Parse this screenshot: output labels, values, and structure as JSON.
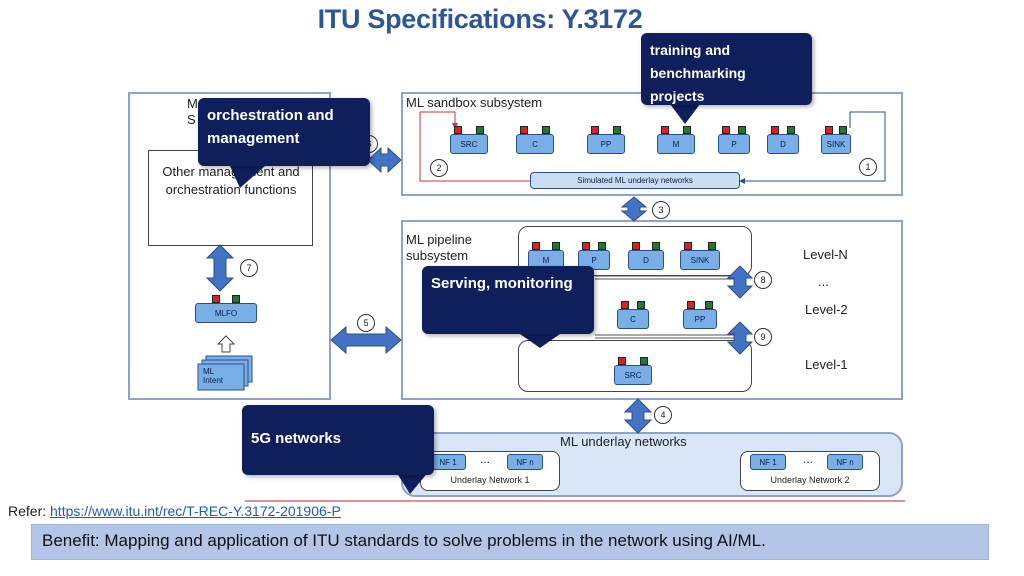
{
  "title": "ITU Specifications: Y.3172",
  "left_panel": {
    "partial_label": "M",
    "partial_label2": "S",
    "other_functions": "Other management and orchestration functions",
    "mlfo": "MLFO",
    "intent": "ML Intent"
  },
  "sandbox": {
    "title": "ML sandbox subsystem",
    "nodes": [
      "SRC",
      "C",
      "PP",
      "M",
      "P",
      "D",
      "SINK"
    ],
    "bar_label": "Simulated ML underlay networks"
  },
  "pipeline": {
    "title": "ML pipeline subsystem",
    "level_n_nodes": [
      "M",
      "P",
      "D",
      "SINK"
    ],
    "level_2_nodes": [
      "C",
      "PP"
    ],
    "level_1_nodes": [
      "SRC"
    ],
    "levels": [
      "Level-N",
      "...",
      "Level-2",
      "Level-1"
    ]
  },
  "underlay": {
    "title": "ML underlay networks",
    "net1": {
      "nf1": "NF 1",
      "dots": "...",
      "nfn": "NF n",
      "label": "Underlay Network 1"
    },
    "net2": {
      "nf1": "NF 1",
      "dots": "...",
      "nfn": "NF n",
      "label": "Underlay Network 2"
    }
  },
  "numbers": [
    "1",
    "2",
    "3",
    "4",
    "5",
    "6",
    "7",
    "8",
    "9"
  ],
  "callouts": {
    "training": "training and benchmarking projects",
    "orchestration": "orchestration and management",
    "serving": "Serving, monitoring",
    "networks": "5G networks"
  },
  "refer_label": "Refer:",
  "refer_link": "https://www.itu.int/rec/T-REC-Y.3172-201906-P",
  "benefit": "Benefit: Mapping and application of ITU standards to solve problems in the network using AI/ML."
}
